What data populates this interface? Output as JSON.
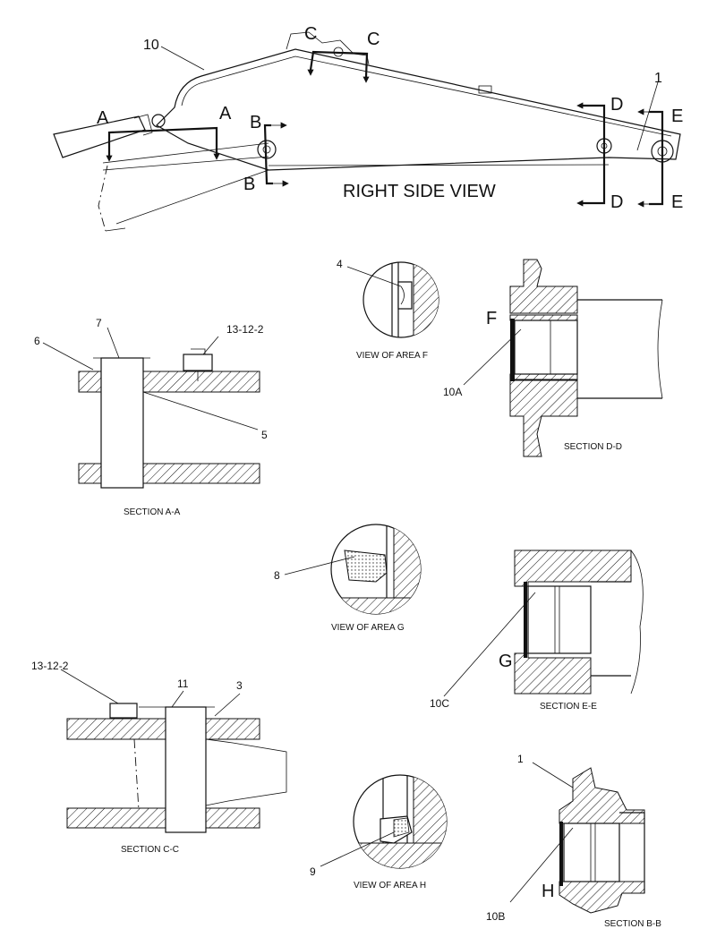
{
  "title": "RIGHT SIDE VIEW",
  "section_letters": {
    "a": "A",
    "b": "B",
    "c": "C",
    "d": "D",
    "e": "E",
    "f": "F",
    "g": "G",
    "h": "H"
  },
  "callouts": {
    "item_1": "1",
    "item_3": "3",
    "item_4": "4",
    "item_5": "5",
    "item_6": "6",
    "item_7": "7",
    "item_8": "8",
    "item_9": "9",
    "item_10": "10",
    "item_10a": "10A",
    "item_10b": "10B",
    "item_10c": "10C",
    "item_11": "11",
    "bolt_13_12_2": "13-12-2"
  },
  "captions": {
    "section_aa": "SECTION A-A",
    "section_bb": "SECTION B-B",
    "section_cc": "SECTION C-C",
    "section_dd": "SECTION D-D",
    "section_ee": "SECTION E-E",
    "view_f": "VIEW OF AREA F",
    "view_g": "VIEW OF AREA G",
    "view_h": "VIEW OF AREA H"
  }
}
